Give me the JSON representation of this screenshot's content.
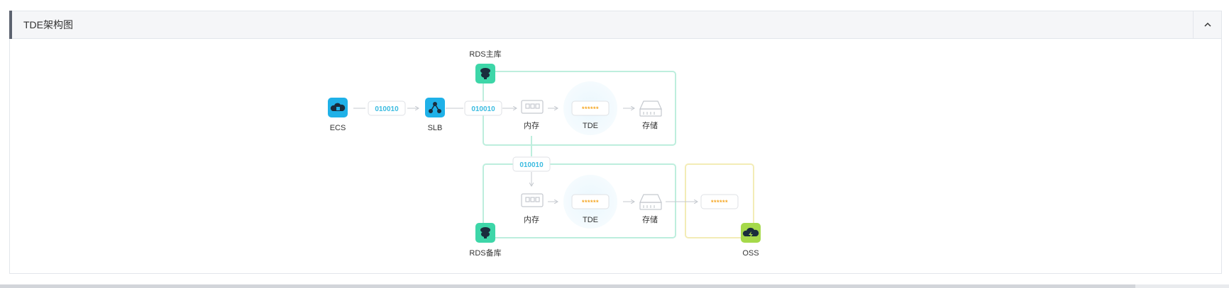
{
  "panel": {
    "title": "TDE架构图"
  },
  "colors": {
    "teal_frame": "#bdeedd",
    "yellow_frame": "#f3ecb6",
    "rds_icon": "#3dd6a8",
    "ecs_icon": "#1fb1e8",
    "oss_icon": "#a5d94a",
    "code_text": "#3bbbe0",
    "password_text": "#f5a623"
  },
  "diagram": {
    "rds_master_label": "RDS主库",
    "rds_standby_label": "RDS备库",
    "ecs_label": "ECS",
    "slb_label": "SLB",
    "oss_label": "OSS",
    "code1": "010010",
    "code2": "010010",
    "code3": "010010",
    "memory_label_1": "内存",
    "memory_label_2": "内存",
    "tde_label_1": "TDE",
    "tde_label_2": "TDE",
    "storage_label_1": "存储",
    "storage_label_2": "存储",
    "password_1": "******",
    "password_2": "******",
    "password_3": "******",
    "icons": {
      "ecs": "cloud-server-icon",
      "slb": "load-balancer-icon",
      "rds": "database-icon",
      "oss": "cloud-storage-icon",
      "memory": "memory-chip-icon",
      "storage": "hard-disk-icon",
      "collapse": "chevron-up-icon"
    }
  }
}
